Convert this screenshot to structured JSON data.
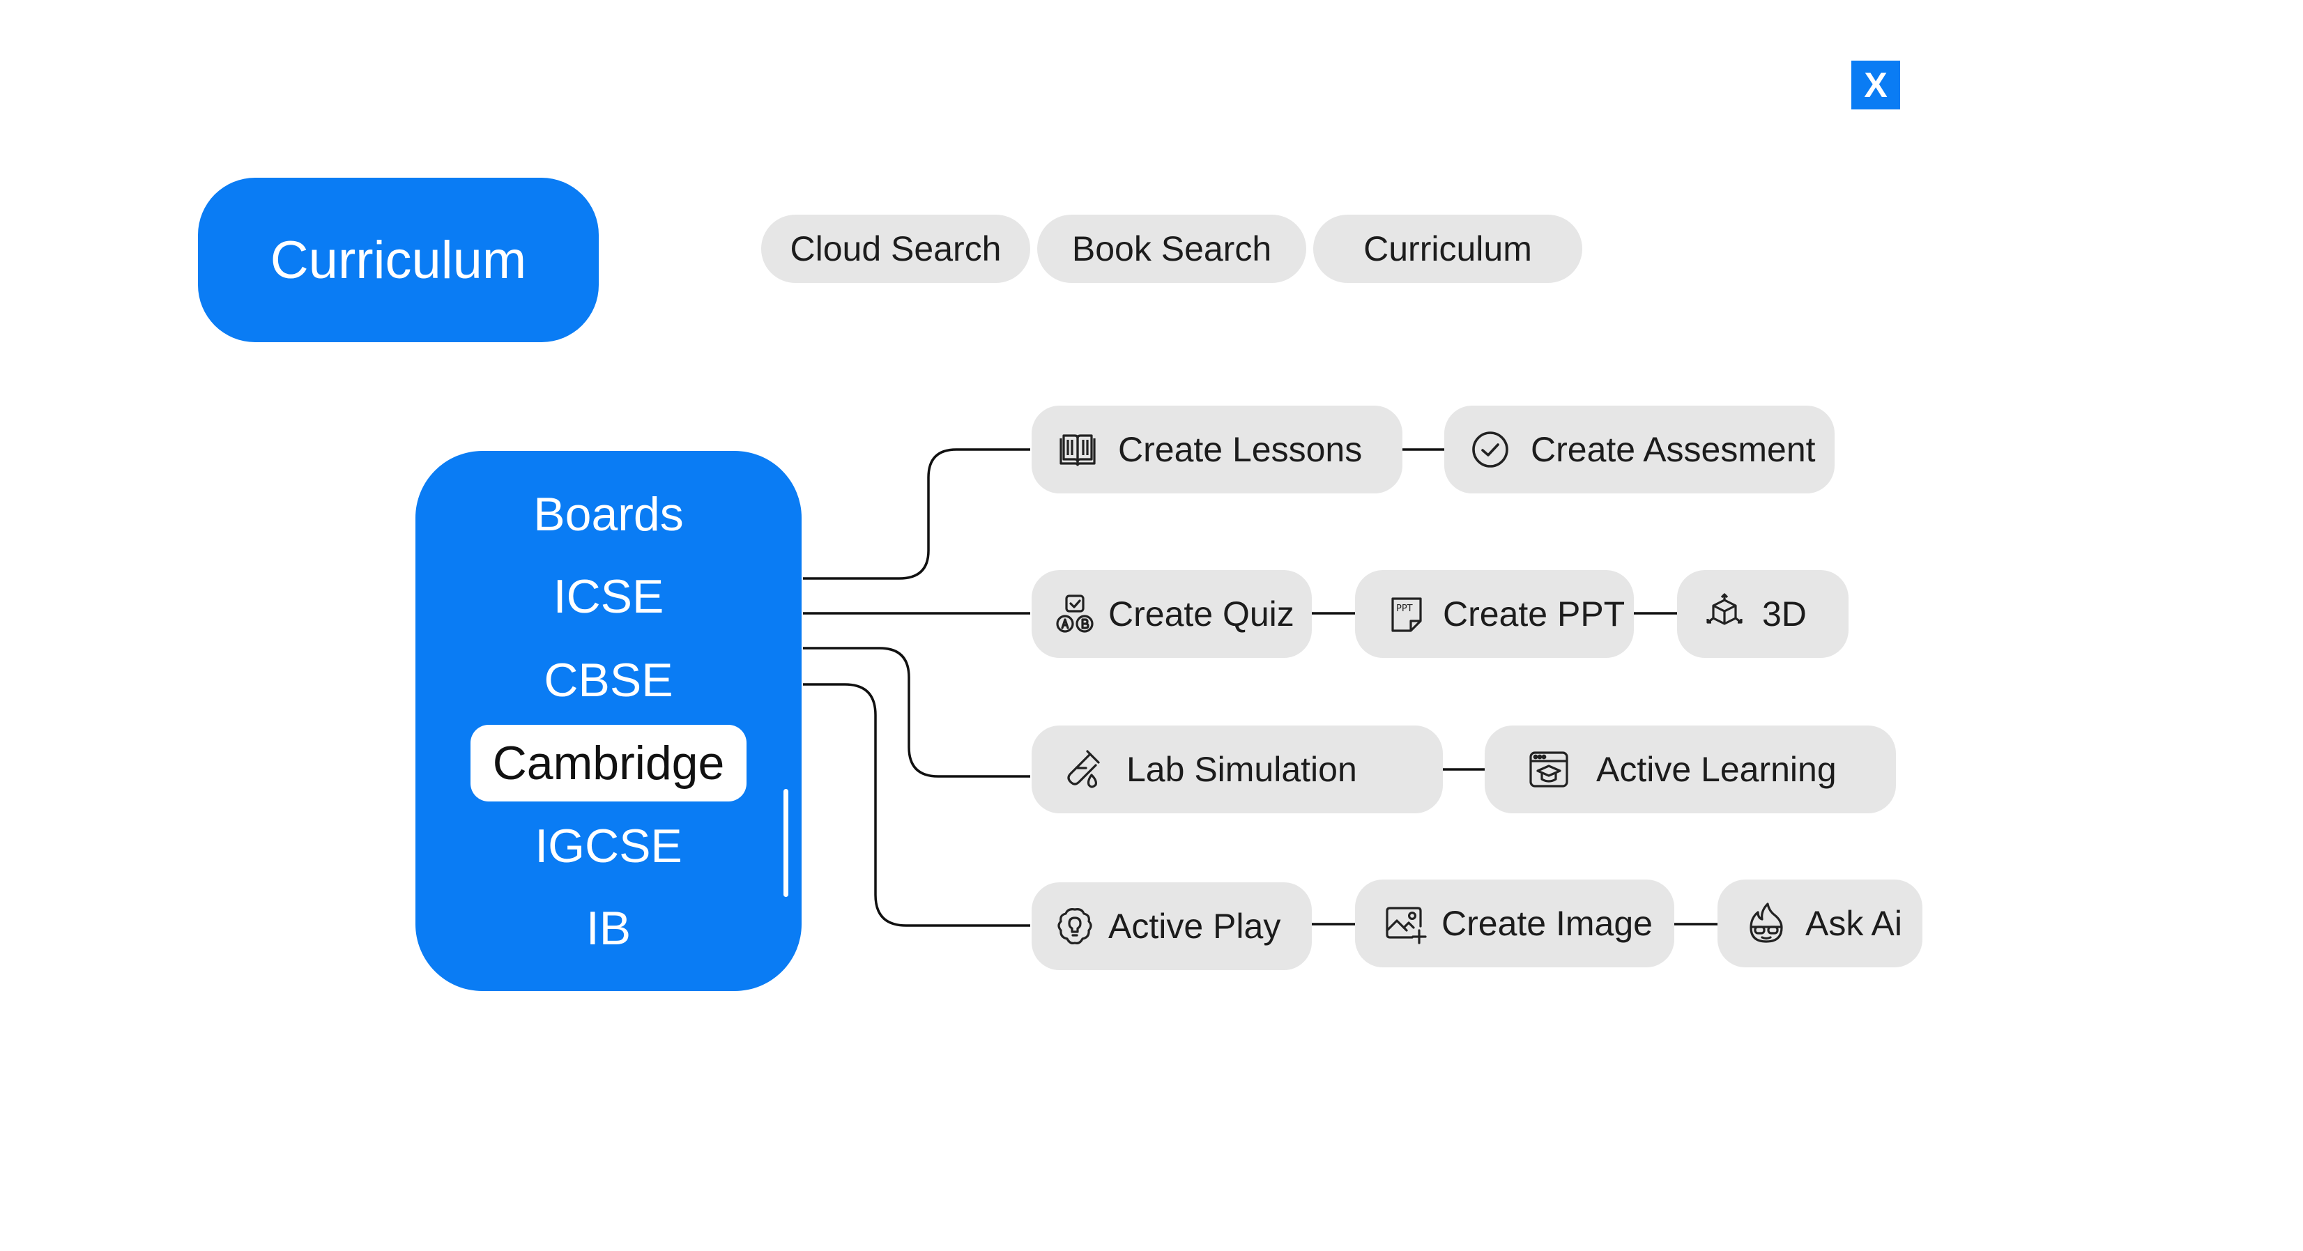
{
  "close": {
    "label": "X"
  },
  "title": "Curriculum",
  "tabs": [
    {
      "label": "Cloud Search"
    },
    {
      "label": "Book Search"
    },
    {
      "label": "Curriculum"
    }
  ],
  "boards": {
    "heading": "Boards",
    "items": [
      "ICSE",
      "CBSE",
      "Cambridge",
      "IGCSE",
      "IB"
    ],
    "selected": "Cambridge"
  },
  "tools": {
    "create_lessons": {
      "label": "Create Lessons",
      "icon": "open-book-icon"
    },
    "create_assessment": {
      "label": "Create Assesment",
      "icon": "check-circle-icon"
    },
    "create_quiz": {
      "label": "Create Quiz",
      "icon": "quiz-icon"
    },
    "create_ppt": {
      "label": "Create PPT",
      "icon": "ppt-file-icon"
    },
    "three_d": {
      "label": "3D",
      "icon": "cube-3d-icon"
    },
    "lab_simulation": {
      "label": "Lab Simulation",
      "icon": "test-tube-icon"
    },
    "active_learning": {
      "label": "Active Learning",
      "icon": "graduation-screen-icon"
    },
    "active_play": {
      "label": "Active Play",
      "icon": "brain-bulb-icon"
    },
    "create_image": {
      "label": "Create Image",
      "icon": "image-add-icon"
    },
    "ask_ai": {
      "label": "Ask Ai",
      "icon": "ai-avatar-icon"
    }
  },
  "colors": {
    "accent": "#0a7cf4",
    "pill": "#e6e6e6",
    "text": "#1c1c1c"
  }
}
